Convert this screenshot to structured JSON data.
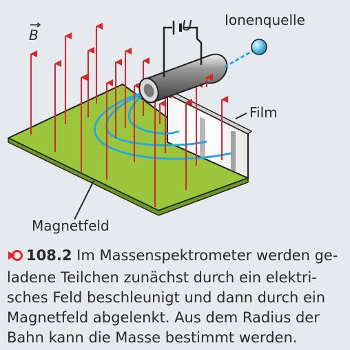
{
  "labels": {
    "b_vector": "B",
    "voltage": "U",
    "ion_source": "Ionenquelle",
    "film": "Film",
    "magnetic_field": "Magnetfeld"
  },
  "caption": {
    "number": "108.2",
    "lines": [
      "Im Massenspektrometer werden ge-",
      "ladene Teilchen zunächst durch ein elektri-",
      "sches Feld beschleunigt und dann durch ein",
      "Magnetfeld abgelenkt. Aus dem Radius der",
      "Bahn kann die Masse bestimmt werden."
    ]
  },
  "colors": {
    "background": "#e6e9ed",
    "plate": "#9bc63c",
    "field_lines": "#d8262c",
    "ion_beam": "#2aa8dc",
    "caption_icon": "#e2261d"
  }
}
